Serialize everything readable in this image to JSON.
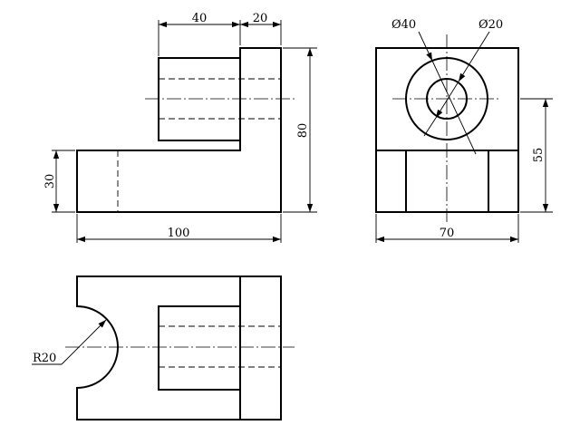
{
  "dimensions": {
    "top_width": "40",
    "top_right": "20",
    "height_total": "80",
    "left_height": "30",
    "length": "100",
    "outer_diameter": "Ø40",
    "inner_diameter": "Ø20",
    "side_height": "55",
    "side_width": "70",
    "radius": "R20"
  }
}
